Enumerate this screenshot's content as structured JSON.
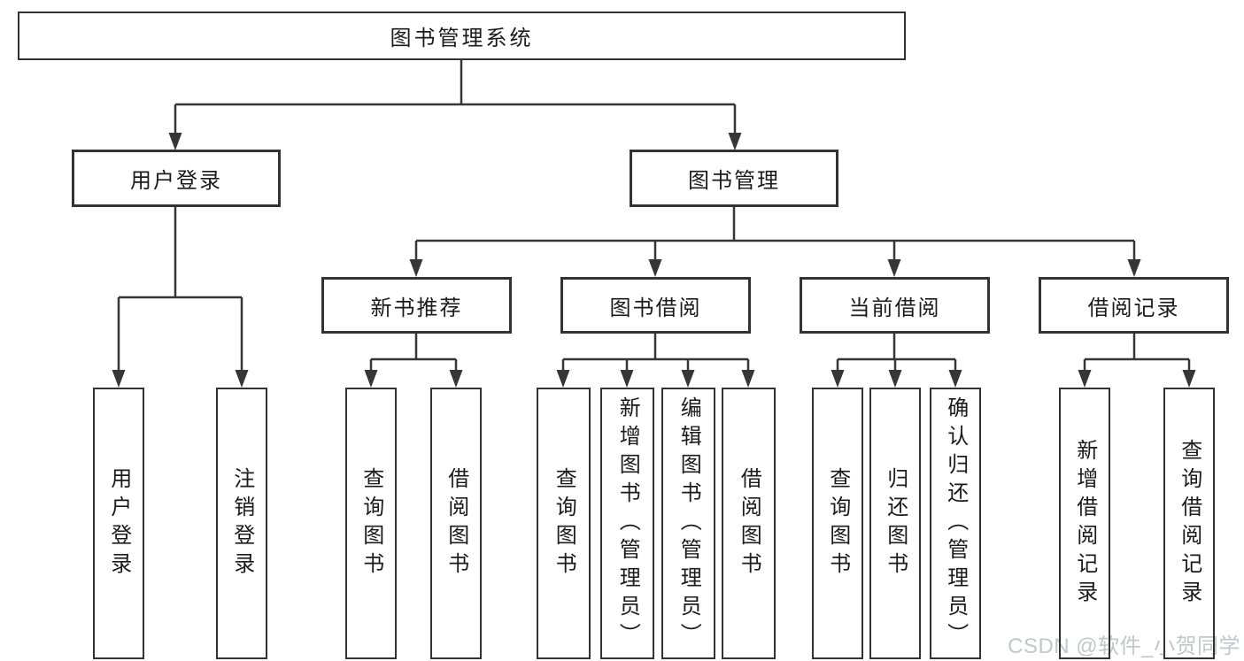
{
  "diagram": {
    "root": "图书管理系统",
    "branches": [
      {
        "label": "用户登录",
        "children": [
          "用户登录",
          "注销登录"
        ]
      },
      {
        "label": "图书管理",
        "groups": [
          {
            "label": "新书推荐",
            "children": [
              "查询图书",
              "借阅图书"
            ]
          },
          {
            "label": "图书借阅",
            "children": [
              "查询图书",
              "新增图书（管理员）",
              "编辑图书（管理员）",
              "借阅图书"
            ]
          },
          {
            "label": "当前借阅",
            "children": [
              "查询图书",
              "归还图书",
              "确认归还（管理员）"
            ]
          },
          {
            "label": "借阅记录",
            "children": [
              "新增借阅记录",
              "查询借阅记录"
            ]
          }
        ]
      }
    ]
  },
  "watermark": {
    "text": "CSDN @软件_小贺同学",
    "color": "#c3c6cb"
  },
  "colors": {
    "line": "#363636",
    "box_border": "#333333",
    "box_fill": "#ffffff",
    "text": "#1b1b1b",
    "background": "#ffffff",
    "watermark_text": "#c3c6cb"
  }
}
